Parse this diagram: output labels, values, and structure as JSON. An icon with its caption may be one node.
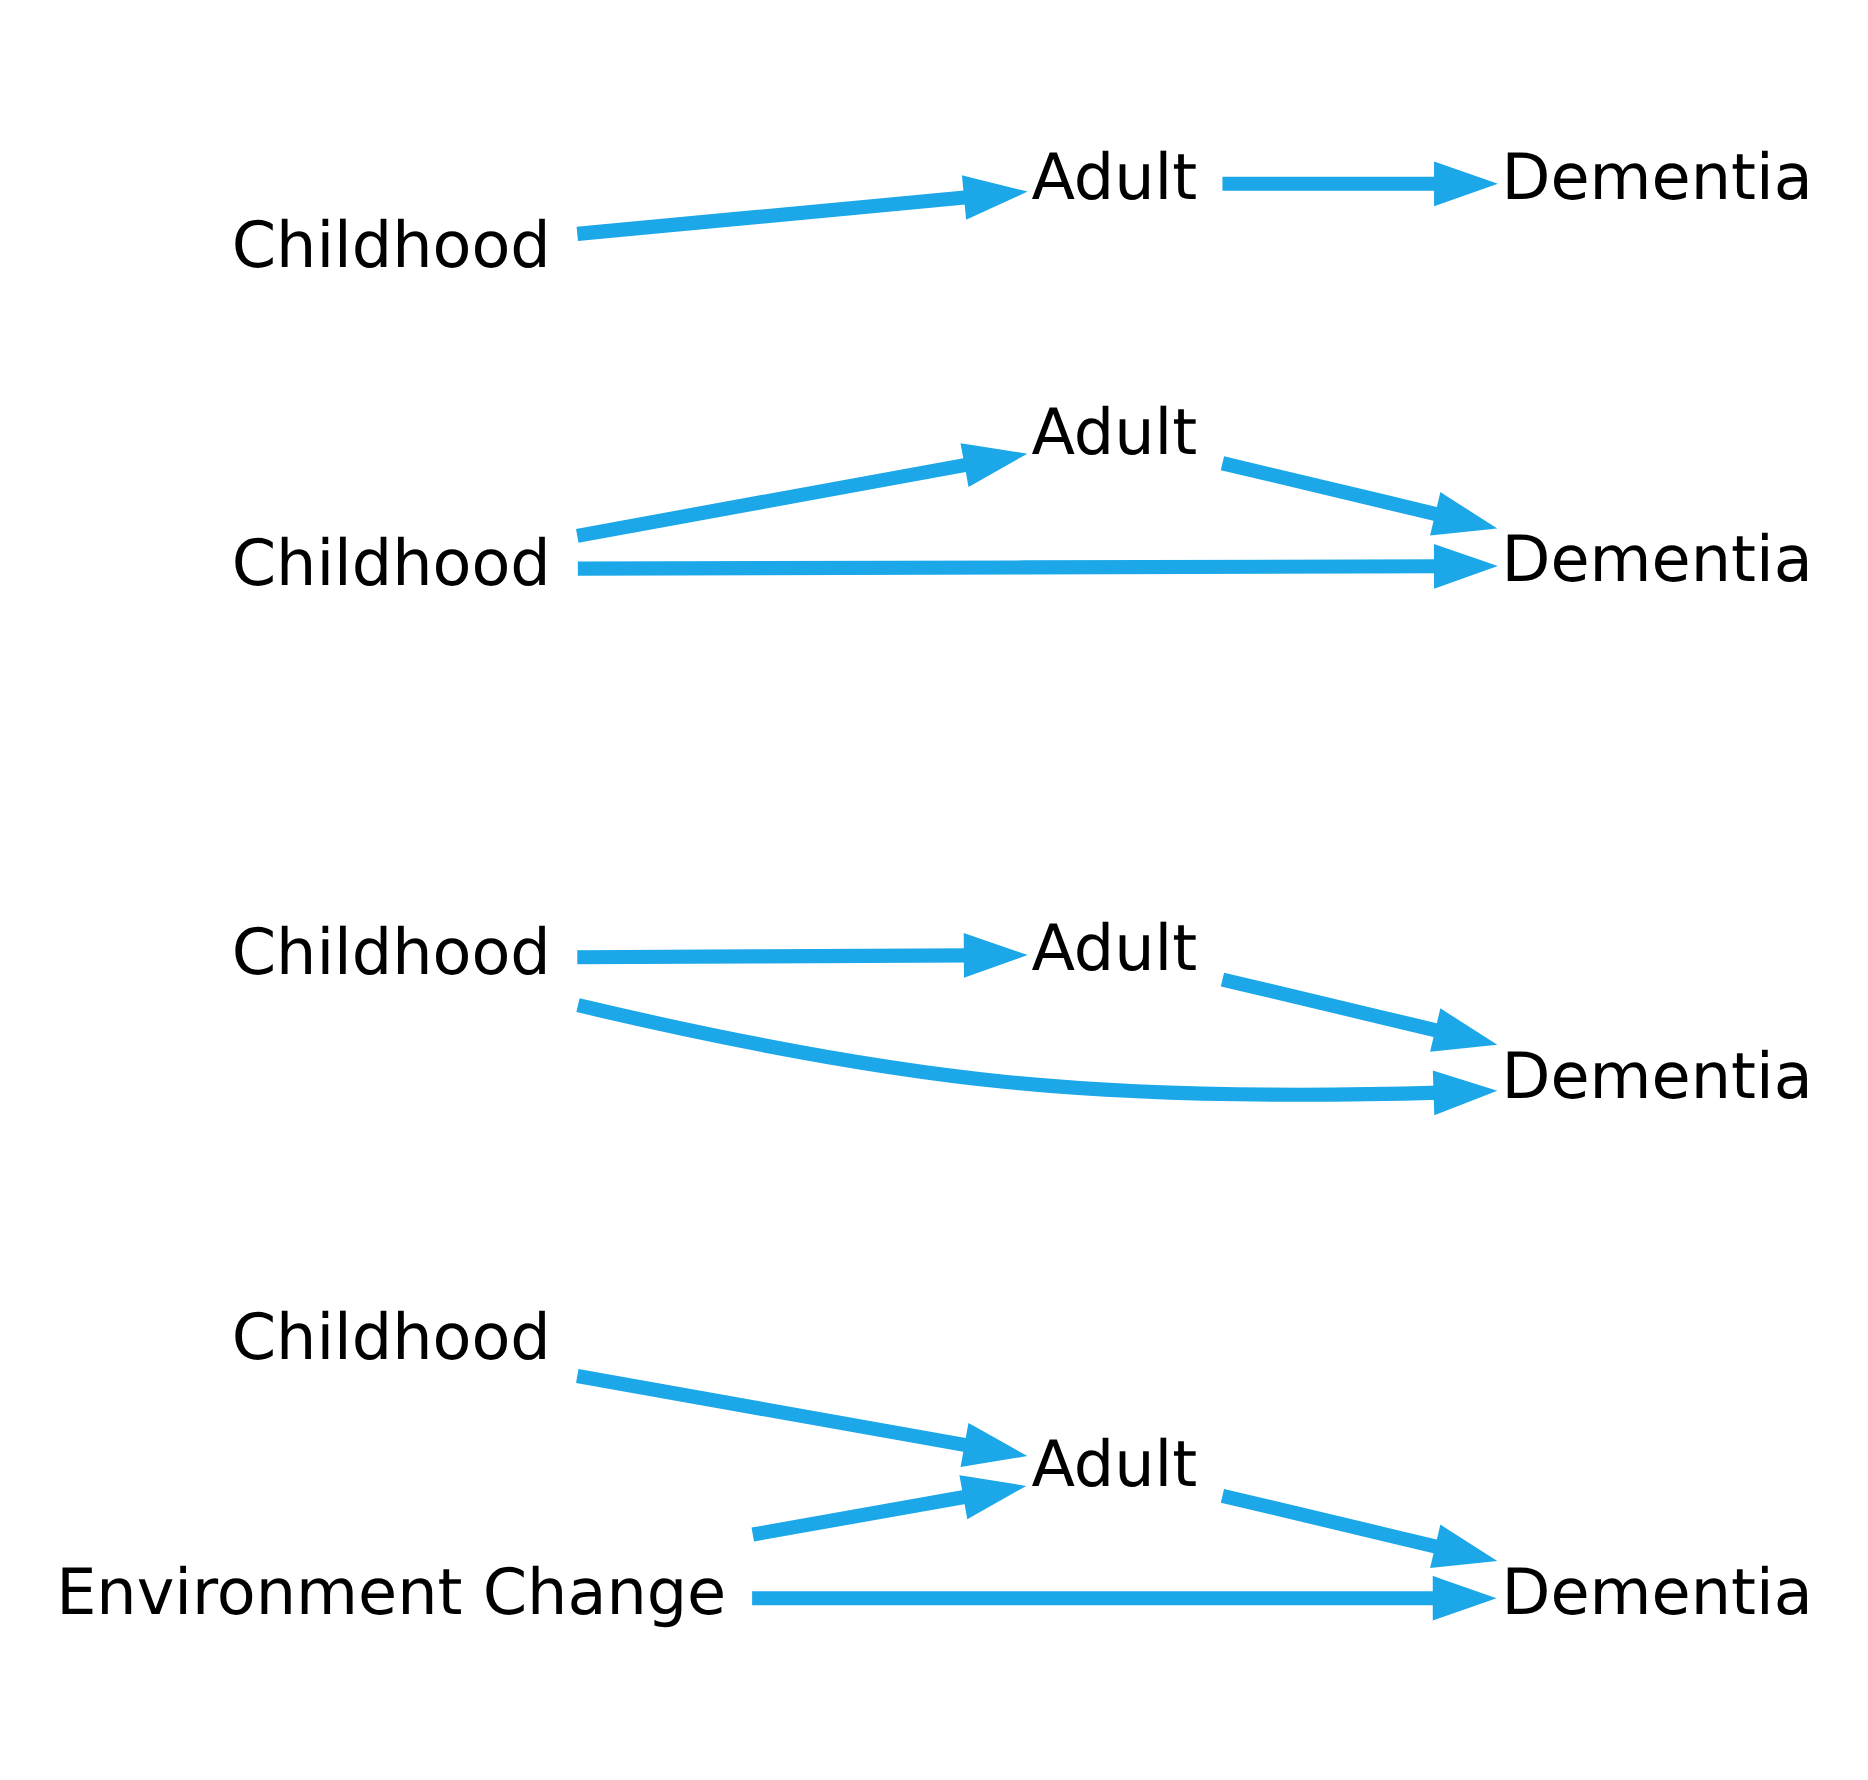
{
  "diagram": {
    "nodes": [
      {
        "text": [
          "Childhood"
        ]
      },
      {
        "text": [
          "Adult"
        ]
      },
      {
        "text": [
          "Dementia"
        ]
      },
      {
        "text": [
          "Childhood"
        ]
      },
      {
        "text": [
          "Adult"
        ]
      },
      {
        "text": [
          "Dementia"
        ]
      },
      {
        "text": [
          "Childhood"
        ]
      },
      {
        "text": [
          "Adult"
        ]
      },
      {
        "text": [
          "Dementia"
        ]
      },
      {
        "text": [
          "Childhood"
        ]
      },
      {
        "text": [
          "Adult"
        ]
      },
      {
        "text": [
          "Dementia"
        ]
      },
      {
        "text": [
          "Environment Change"
        ]
      }
    ],
    "edges": [
      {
        "from": 0,
        "to": 1,
        "arrow": "to"
      },
      {
        "from": 1,
        "to": 2,
        "arrow": "to"
      },
      {
        "from": 3,
        "to": 4,
        "arrow": "to"
      },
      {
        "from": 4,
        "to": 5,
        "arrow": "to"
      },
      {
        "from": 3,
        "to": 5,
        "arrow": "to"
      },
      {
        "from": 6,
        "to": 7,
        "arrow": "to"
      },
      {
        "from": 7,
        "to": 8,
        "arrow": "to"
      },
      {
        "from": 6,
        "to": 8,
        "arrow": "to"
      },
      {
        "from": 9,
        "to": 10,
        "arrow": "to"
      },
      {
        "from": 10,
        "to": 11,
        "arrow": "to"
      },
      {
        "from": 12,
        "to": 10,
        "arrow": "to"
      },
      {
        "from": 12,
        "to": 11,
        "arrow": "to"
      }
    ]
  }
}
